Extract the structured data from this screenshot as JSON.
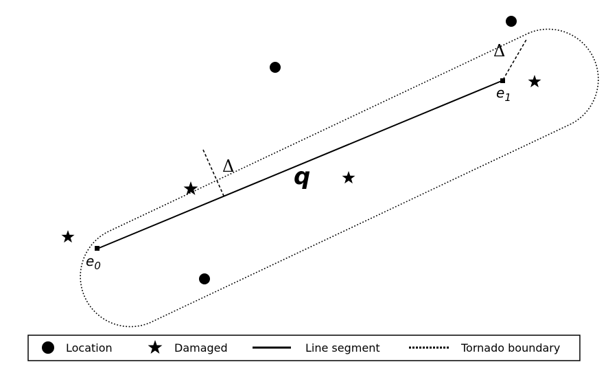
{
  "labels": {
    "endpoint_start": "e",
    "endpoint_start_sub": "0",
    "endpoint_end": "e",
    "endpoint_end_sub": "1",
    "segment": "q",
    "delta_left": "Δ",
    "delta_right": "Δ"
  },
  "legend": {
    "location": "Location",
    "damaged": "Damaged",
    "line_segment": "Line segment",
    "tornado_boundary": "Tornado boundary"
  },
  "icons": {
    "location": "filled-circle-icon",
    "damaged": "star-icon",
    "line_segment": "solid-line-icon",
    "tornado_boundary": "dotted-line-icon"
  },
  "colors": {
    "ink": "#000000",
    "background": "#ffffff"
  }
}
